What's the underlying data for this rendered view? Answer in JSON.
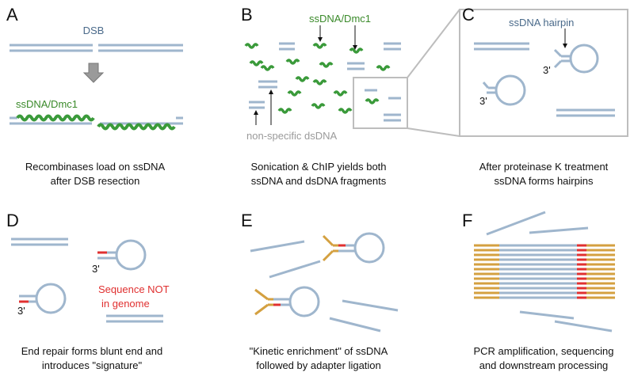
{
  "colors": {
    "dna": "#9fb6cd",
    "protein": "#3a9a3a",
    "label_green": "#3a8a2a",
    "label_blue": "#4a6a8a",
    "signature": "#e03030",
    "adapter": "#d4a040",
    "grey": "#bdbdbd",
    "grey_text": "#9a9a9a",
    "arrow": "#8c8c8c"
  },
  "panels": {
    "A": {
      "letter": "A",
      "dsb_label": "DSB",
      "protein_label": "ssDNA/Dmc1",
      "caption_line1": "Recombinases load on ssDNA",
      "caption_line2": "after DSB resection"
    },
    "B": {
      "letter": "B",
      "protein_label": "ssDNA/Dmc1",
      "dsdna_label": "non-specific dsDNA",
      "caption_line1": "Sonication & ChIP yields both",
      "caption_line2": "ssDNA and dsDNA fragments"
    },
    "C": {
      "letter": "C",
      "hairpin_label": "ssDNA hairpin",
      "end_label_1": "3'",
      "end_label_2": "3'",
      "caption_line1": "After proteinase K treatment",
      "caption_line2": "ssDNA forms hairpins"
    },
    "D": {
      "letter": "D",
      "end_label_1": "3'",
      "end_label_2": "3'",
      "signature_line1": "Sequence NOT",
      "signature_line2": "in genome",
      "caption_line1": "End repair forms blunt end and",
      "caption_line2": "introduces \"signature\""
    },
    "E": {
      "letter": "E",
      "caption_line1": "\"Kinetic enrichment\" of ssDNA",
      "caption_line2": "followed by adapter ligation"
    },
    "F": {
      "letter": "F",
      "caption_line1": "PCR amplification, sequencing",
      "caption_line2": "and downstream processing"
    }
  }
}
